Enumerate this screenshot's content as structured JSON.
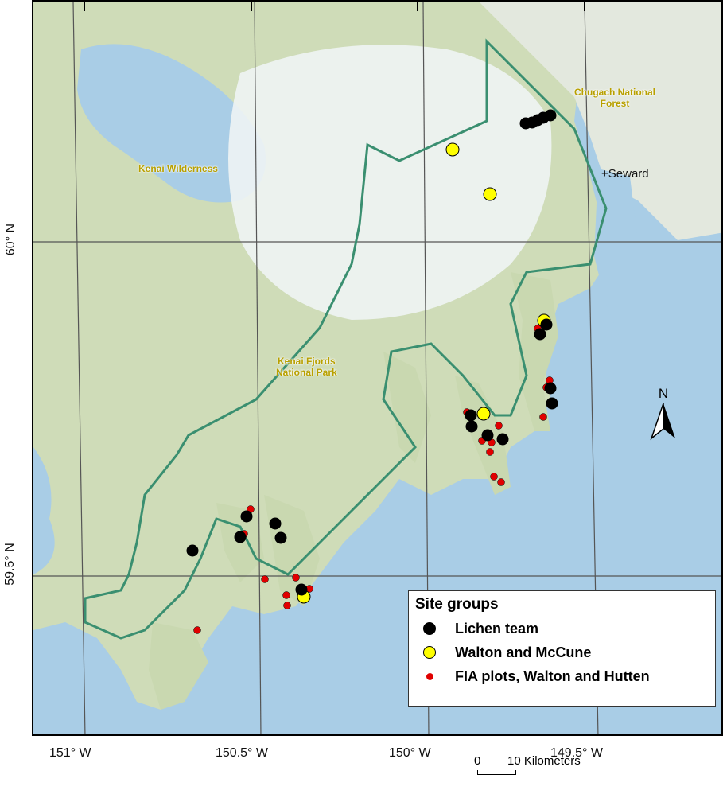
{
  "map": {
    "place_labels": {
      "kenai_wilderness": "Kenai Wilderness",
      "chugach": "Chugach National\nForest",
      "kenai_fjords": "Kenai Fjords\nNational Park",
      "seward": "+Seward"
    },
    "lat_labels": [
      "60° N",
      "59.5° N"
    ],
    "lon_labels": [
      "151° W",
      "150.5° W",
      "150° W",
      "149.5° W"
    ],
    "north_label": "N",
    "scale": {
      "zero": "0",
      "ten": "10 Kilometers"
    }
  },
  "legend": {
    "title": "Site groups",
    "items": [
      {
        "label": "Lichen team",
        "color": "#000000",
        "symbol": "large-dot"
      },
      {
        "label": "Walton and McCune",
        "color": "#ffff00",
        "symbol": "large-dot"
      },
      {
        "label": "FIA plots, Walton and Hutten",
        "color": "#e00000",
        "symbol": "small-dot"
      }
    ]
  },
  "colors": {
    "water": "#a9cde6",
    "land": "#d7e2c5",
    "park_outline": "#3a8f70",
    "ice": "#eef4f4"
  }
}
